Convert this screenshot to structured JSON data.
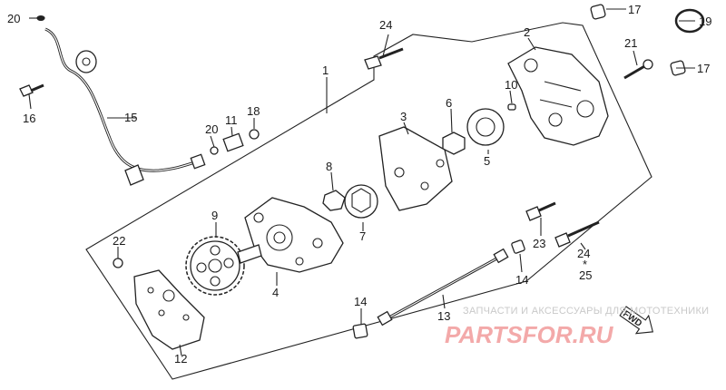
{
  "callouts": [
    {
      "id": "20a",
      "text": "20"
    },
    {
      "id": "16",
      "text": "16"
    },
    {
      "id": "15",
      "text": "15"
    },
    {
      "id": "1",
      "text": "1"
    },
    {
      "id": "24a",
      "text": "24"
    },
    {
      "id": "2",
      "text": "2"
    },
    {
      "id": "17a",
      "text": "17"
    },
    {
      "id": "19",
      "text": "19"
    },
    {
      "id": "21",
      "text": "21"
    },
    {
      "id": "17b",
      "text": "17"
    },
    {
      "id": "10",
      "text": "10"
    },
    {
      "id": "20b",
      "text": "20"
    },
    {
      "id": "11",
      "text": "11"
    },
    {
      "id": "18",
      "text": "18"
    },
    {
      "id": "3",
      "text": "3"
    },
    {
      "id": "6",
      "text": "6"
    },
    {
      "id": "5",
      "text": "5"
    },
    {
      "id": "8",
      "text": "8"
    },
    {
      "id": "9",
      "text": "9"
    },
    {
      "id": "7",
      "text": "7"
    },
    {
      "id": "22",
      "text": "22"
    },
    {
      "id": "4",
      "text": "4"
    },
    {
      "id": "23",
      "text": "23"
    },
    {
      "id": "24b",
      "text": "24"
    },
    {
      "id": "25",
      "text": "25"
    },
    {
      "id": "14a",
      "text": "14"
    },
    {
      "id": "14b",
      "text": "14"
    },
    {
      "id": "13",
      "text": "13"
    },
    {
      "id": "12",
      "text": "12"
    }
  ],
  "arrow_label": "FWD",
  "watermark": {
    "line1": "ЗАПЧАСТИ И АКСЕССУАРЫ ДЛЯ МОТОТЕХНИКИ",
    "line2": "PARTSFOR.RU"
  },
  "colors": {
    "line": "#222222",
    "watermark_brand": "#f3a9a9",
    "watermark_text": "#c9c9c9"
  }
}
